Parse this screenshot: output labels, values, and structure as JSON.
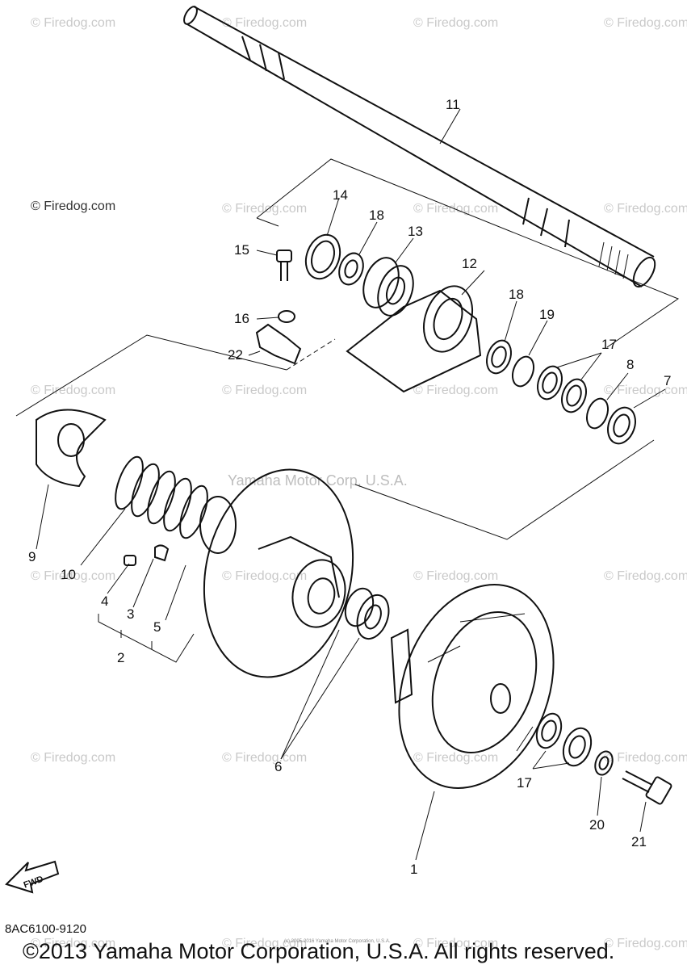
{
  "header": {
    "copyright_small": "© Firedog.com"
  },
  "watermarks": {
    "text": "© Firedog.com",
    "yamaha": "Yamaha Motor Corp, U.S.A.",
    "tiny": "(c) 2005-2016 Yamaha Motor Corporation, U.S.A."
  },
  "parts": [
    {
      "num": "1"
    },
    {
      "num": "2"
    },
    {
      "num": "3"
    },
    {
      "num": "4"
    },
    {
      "num": "5"
    },
    {
      "num": "6"
    },
    {
      "num": "7"
    },
    {
      "num": "8"
    },
    {
      "num": "9"
    },
    {
      "num": "10"
    },
    {
      "num": "11"
    },
    {
      "num": "12"
    },
    {
      "num": "13"
    },
    {
      "num": "14"
    },
    {
      "num": "15"
    },
    {
      "num": "16"
    },
    {
      "num": "17"
    },
    {
      "num": "17"
    },
    {
      "num": "18"
    },
    {
      "num": "18"
    },
    {
      "num": "19"
    },
    {
      "num": "20"
    },
    {
      "num": "21"
    },
    {
      "num": "22"
    }
  ],
  "fwd_label": "FWD",
  "diagram_code": "8AC6100-9120",
  "footer": "©2013 Yamaha Motor Corporation, U.S.A. All rights reserved."
}
